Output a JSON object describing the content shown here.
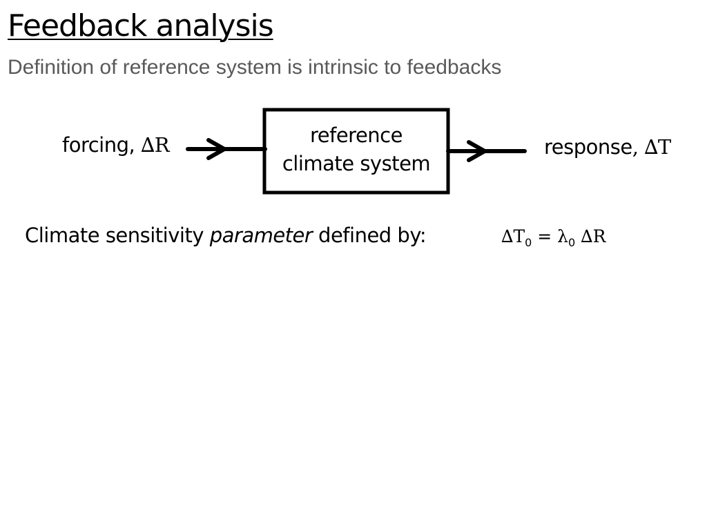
{
  "title": "Feedback analysis",
  "subtitle": "Definition of reference system is intrinsic to feedbacks",
  "diagram": {
    "input": {
      "text": "forcing, ",
      "symbol": "∆R"
    },
    "box": {
      "line1": "reference",
      "line2": "climate system"
    },
    "output": {
      "text": "response",
      "symbol": ", ∆T"
    }
  },
  "sensitivity": {
    "prefix": "Climate sensitivity ",
    "emphasis": "parameter",
    "suffix": " defined by:"
  },
  "equation": {
    "lhs": "∆T",
    "lhs_sub": "0",
    "eq": " = ",
    "lambda": "λ",
    "lambda_sub": "0",
    "rhs": " ∆R"
  }
}
